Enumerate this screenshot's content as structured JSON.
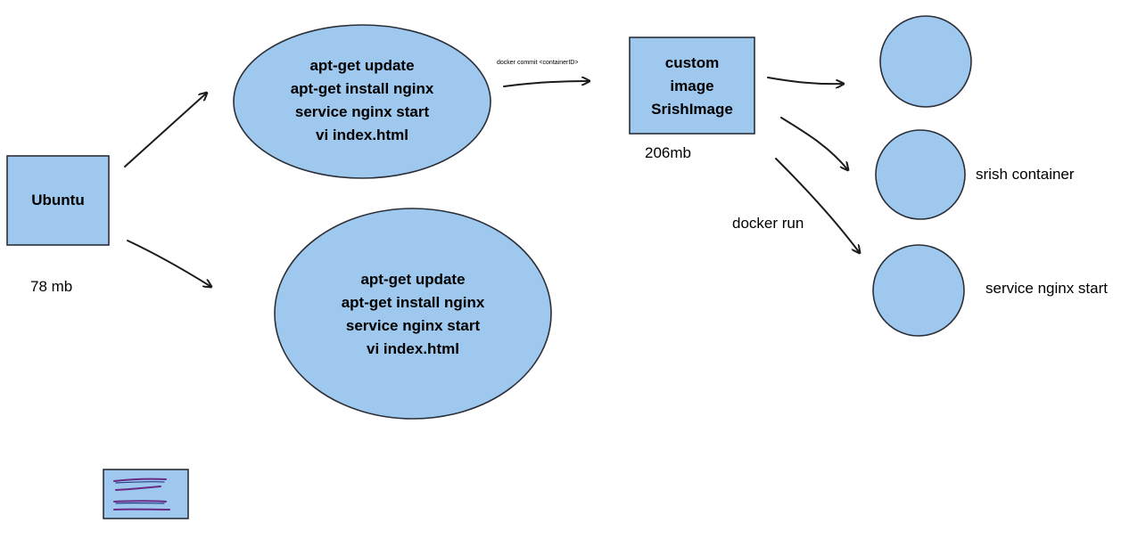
{
  "nodes": {
    "ubuntu": {
      "label": "Ubuntu",
      "size": "78 mb"
    },
    "ellipse_top": {
      "lines": [
        "apt-get update",
        "apt-get install nginx",
        "service nginx start",
        "vi index.html"
      ]
    },
    "ellipse_bottom": {
      "lines": [
        "apt-get update",
        "apt-get install nginx",
        "service nginx start",
        "vi index.html"
      ]
    },
    "custom_image": {
      "lines": [
        "custom",
        "image",
        "SrishImage"
      ],
      "size": "206mb"
    },
    "containers": [
      {
        "label": ""
      },
      {
        "label": "srish container"
      },
      {
        "label": "service nginx start"
      }
    ]
  },
  "edges": {
    "commit_label": "docker commit <containerID>",
    "run_label": "docker run"
  },
  "colors": {
    "fill": "#9ec8ee",
    "stroke": "#2b2f38",
    "scribble": "#6a2a86"
  }
}
